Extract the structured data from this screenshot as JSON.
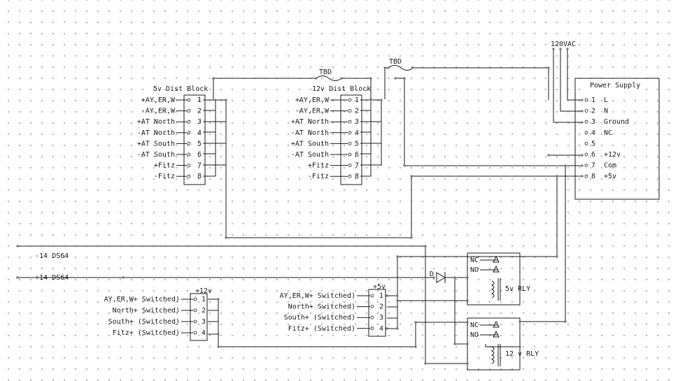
{
  "supply": {
    "ac_label": "120VAC",
    "title": "Power Supply",
    "pin_numbers": [
      "1",
      "2",
      "3",
      "4",
      "5",
      "6",
      "7",
      "8"
    ],
    "pin_labels": [
      "L",
      "N",
      "Ground",
      "NC",
      "",
      "+12v",
      "Com",
      "+5v"
    ]
  },
  "fuses": {
    "fuse1": "TBD",
    "fuse2": "TBD"
  },
  "block5v": {
    "title": "5v Dist Block",
    "pin_numbers": [
      "1",
      "2",
      "3",
      "4",
      "5",
      "6",
      "7",
      "8"
    ],
    "labels": [
      "+AY,ER,W",
      "-AY,ER,W",
      "+AT North",
      "-AT North",
      "+AT South",
      "-AT South",
      "+Fitz",
      "-Fitz"
    ]
  },
  "block12v": {
    "title": "12v Dist Block",
    "pin_numbers": [
      "1",
      "2",
      "3",
      "4",
      "5",
      "6",
      "7",
      "8"
    ],
    "labels": [
      "+AY,ER,W",
      "-AY,ER,W",
      "+AT North",
      "-AT North",
      "+AT South",
      "-AT South",
      "+Fitz",
      "-Fitz"
    ]
  },
  "ds64": {
    "minus": "-14 DS64",
    "plus": "+14 DS64"
  },
  "switched12": {
    "title": "+12v",
    "pin_numbers": [
      "1",
      "2",
      "3",
      "4"
    ],
    "labels": [
      "AY,ER,W+ Switched)",
      "North+ Switched)",
      "South+ (Switched)",
      "Fitz+ (Switched)"
    ]
  },
  "switched5": {
    "title": "+5v",
    "pin_numbers": [
      "1",
      "2",
      "3",
      "4"
    ],
    "labels": [
      "AY,ER,W+ Switched)",
      "North+ Switched)",
      "South+ (Switched)",
      "Fitz+ (Switched)"
    ]
  },
  "diode": "D",
  "relay5": {
    "nc": "NC",
    "no": "NO",
    "label": "5v RLY"
  },
  "relay12": {
    "nc": "NC",
    "no": "NO",
    "label": "12 v RLY"
  }
}
